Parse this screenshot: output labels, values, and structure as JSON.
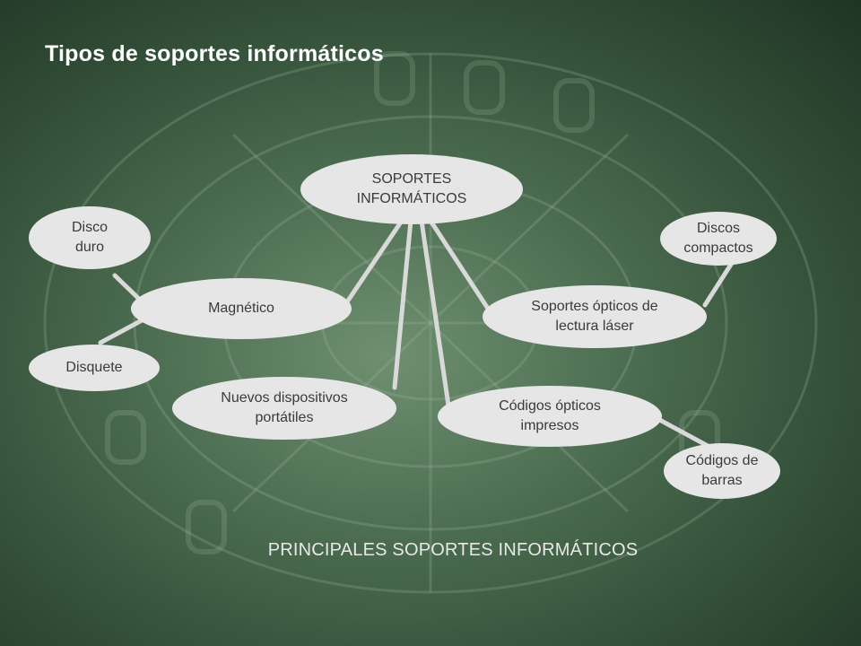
{
  "title": "Tipos de soportes informáticos",
  "nodes": {
    "root": "SOPORTES\nINFORMÁTICOS",
    "magnetico": "Magnético",
    "disco_duro": "Disco\nduro",
    "disquete": "Disquete",
    "nuevos": "Nuevos dispositivos\nportátiles",
    "codigos_opticos": "Códigos ópticos\nimpresos",
    "soportes_opticos": "Soportes ópticos de\nlectura láser",
    "discos_compactos": "Discos\ncompactos",
    "codigos_barras": "Códigos de\nbarras"
  },
  "footer": "PRINCIPALES SOPORTES INFORMÁTICOS",
  "colors": {
    "node_fill": "#e6e6e6",
    "connector": "#d9d9d9",
    "title": "#ffffff"
  }
}
